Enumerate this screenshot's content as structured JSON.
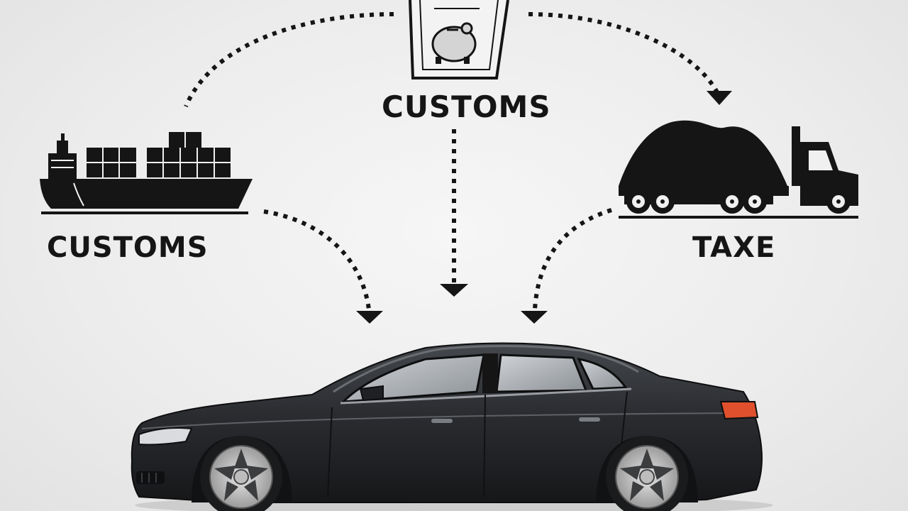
{
  "labels": {
    "top": "CUSTOMS",
    "left": "CUSTOMS",
    "right": "TAXE"
  },
  "icons": {
    "top": "document-piggy-bank-icon",
    "left": "cargo-ship-icon",
    "right": "dump-truck-icon",
    "center": "sedan-car-icon"
  },
  "colors": {
    "ink": "#151515",
    "car_body": "#2b2d30",
    "taillight": "#e0502c",
    "background": "#ececec"
  }
}
